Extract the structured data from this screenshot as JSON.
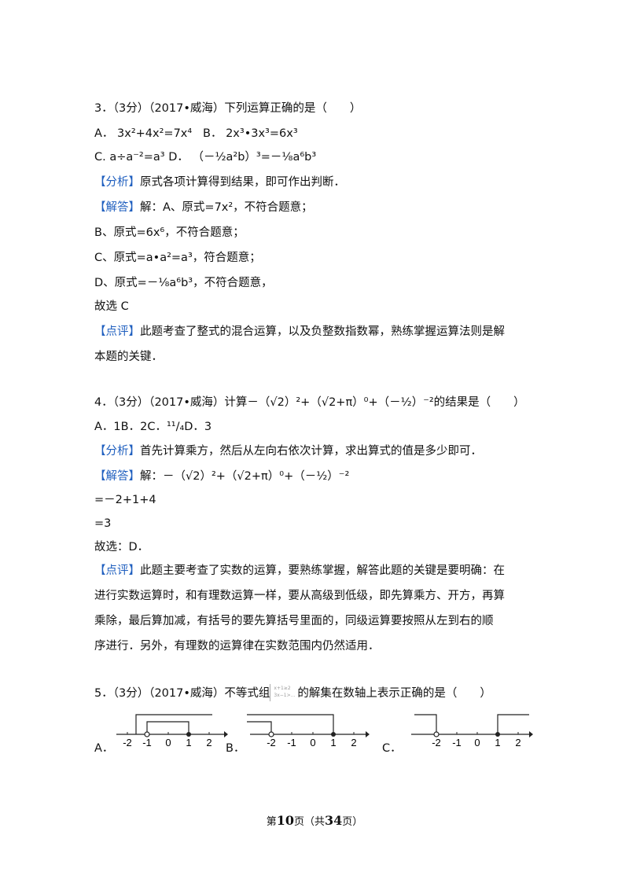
{
  "q3": {
    "title": "3．（3分）（2017•威海）下列运算正确的是（　　）",
    "optA_label": "A．",
    "optA_expr": "3x²+4x²=7x⁴",
    "optB_label": "B．",
    "optB_expr": "2x³•3x³=6x³",
    "optC_label": "C.",
    "optC_expr": "a÷a⁻²=a³",
    "optD_label": "D．",
    "optD_expr": "（－½a²b）³=－⅛a⁶b³",
    "analysis_tag": "【分析】",
    "analysis_text": "原式各项计算得到结果，即可作出判断．",
    "answer_tag": "【解答】",
    "answer_lines": [
      "解：A、原式=7x²，不符合题意；",
      "B、原式=6x⁶，不符合题意；",
      "C、原式=a•a²=a³，符合题意；",
      "D、原式=－⅛a⁶b³，不符合题意，",
      "故选 C"
    ],
    "comment_tag": "【点评】",
    "comment_lines": [
      "此题考查了整式的混合运算，以及负整数指数幂，熟练掌握运算法则是解",
      "本题的关键．"
    ]
  },
  "q4": {
    "title": "4．（3分）（2017•威海）计算－（√2）²+（√2+π）⁰+（－½）⁻²的结果是（　　）",
    "options": "A．1B．2C．¹¹/₄D．3",
    "analysis_tag": "【分析】",
    "analysis_text": "首先计算乘方，然后从左向右依次计算，求出算式的值是多少即可．",
    "answer_tag": "【解答】",
    "answer_lines": [
      "解：－（√2）²+（√2+π）⁰+（－½）⁻²",
      "=－2+1+4",
      "=3",
      "故选：D．"
    ],
    "comment_tag": "【点评】",
    "comment_lines": [
      "此题主要考查了实数的运算，要熟练掌握，解答此题的关键是要明确：在",
      "进行实数运算时，和有理数运算一样，要从高级到低级，即先算乘方、开方，再算",
      "乘除，最后算加减，有括号的要先算括号里面的，同级运算要按照从左到右的顺",
      "序进行．另外，有理数的运算律在实数范围内仍然适用．"
    ]
  },
  "q5": {
    "title_pre": "5．（3分）（2017•威海）不等式组",
    "title_post": "的解集在数轴上表示正确的是（　　）",
    "option_labels": [
      "A．",
      "B．",
      "C．"
    ],
    "tick_labels": [
      "-2",
      "-1",
      "0",
      "1",
      "2"
    ]
  },
  "footer": {
    "pre": "第",
    "page": "10",
    "mid": "页（共",
    "total": "34",
    "post": "页）"
  }
}
